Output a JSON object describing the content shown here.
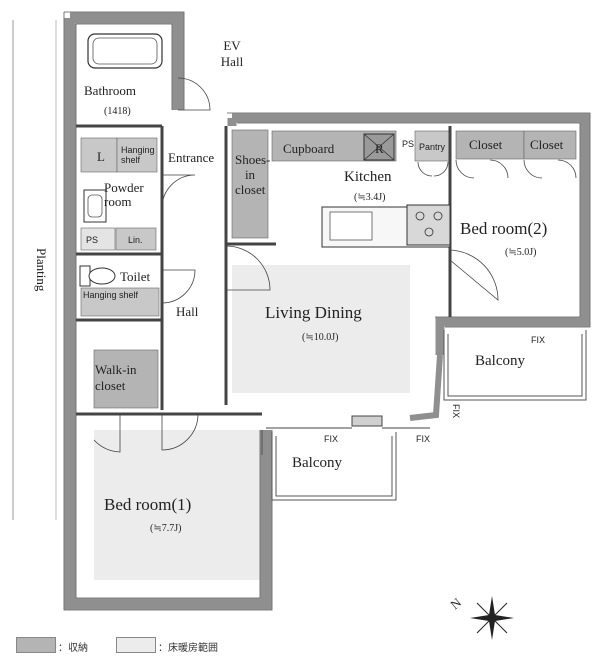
{
  "rooms": {
    "bathroom": {
      "name": "Bathroom",
      "area": "(1418)"
    },
    "laundry": {
      "name": "L"
    },
    "hanging_shelf_1": {
      "name": "Hanging shelf"
    },
    "powder_room": {
      "name": "Powder room"
    },
    "ps_1": {
      "name": "PS"
    },
    "linen": {
      "name": "Lin."
    },
    "toilet": {
      "name": "Toilet"
    },
    "hanging_shelf_2": {
      "name": "Hanging shelf"
    },
    "walkin_closet": {
      "name": "Walk-in closet"
    },
    "bedroom_1": {
      "name": "Bed room(1)",
      "area": "(≒7.7J)"
    },
    "entrance": {
      "name": "Entrance"
    },
    "shoes_closet": {
      "name": "Shoes-in closet"
    },
    "hall": {
      "name": "Hall"
    },
    "ev_hall": {
      "name": "EV Hall"
    },
    "cupboard": {
      "name": "Cupboard"
    },
    "refrigerator": {
      "name": "R"
    },
    "ps_2": {
      "name": "PS"
    },
    "pantry": {
      "name": "Pantry"
    },
    "kitchen": {
      "name": "Kitchen",
      "area": "(≒3.4J)"
    },
    "closet_1": {
      "name": "Closet"
    },
    "closet_2": {
      "name": "Closet"
    },
    "bedroom_2": {
      "name": "Bed room(2)",
      "area": "(≒5.0J)"
    },
    "living_dining": {
      "name": "Living Dining",
      "area": "(≒10.0J)"
    },
    "balcony_south": {
      "name": "Balcony"
    },
    "balcony_east": {
      "name": "Balcony"
    },
    "planting": {
      "name": "Planting"
    }
  },
  "fix_labels": [
    "FIX",
    "FIX",
    "FIX",
    "FIX"
  ],
  "compass": {
    "north": "N"
  },
  "legend": [
    {
      "label": "：収納",
      "color": "#b4b4b4"
    },
    {
      "label": "：床暖房範囲",
      "color": "#ececec"
    }
  ],
  "colors": {
    "wall": "#8f8f8f",
    "storage": "#b4b4b4",
    "floor_heating": "#ececec",
    "line": "#444444"
  }
}
